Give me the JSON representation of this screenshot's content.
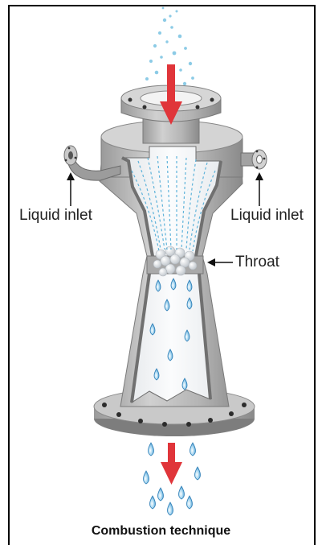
{
  "labels": {
    "liquid_inlet_left": "Liquid inlet",
    "liquid_inlet_right": "Liquid inlet",
    "throat": "Throat"
  },
  "caption": "Combustion technique",
  "colors": {
    "body_metal": "#b9b9b9",
    "body_dark": "#8c8c8c",
    "interior": "#f2f4f6",
    "flow_arrow": "#e0353a",
    "droplet": "#4aa3d6",
    "spray": "#7fc6e3"
  },
  "icons": {
    "inlet_arrow": "arrow-up-icon",
    "flow_arrow": "arrow-down-icon",
    "droplet": "water-drop-icon"
  }
}
